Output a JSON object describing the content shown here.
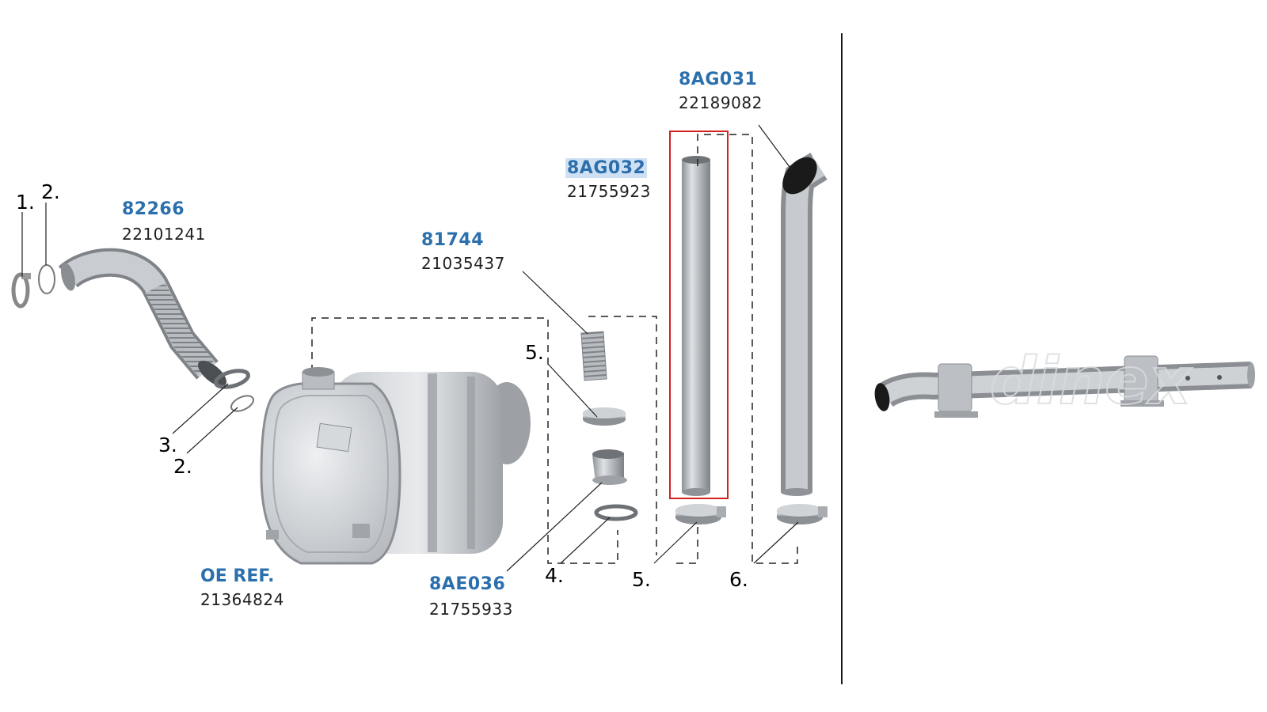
{
  "labels": {
    "part_82266": "82266",
    "oe_22101241": "22101241",
    "part_81744": "81744",
    "oe_21035437": "21035437",
    "part_8AG032": "8AG032",
    "oe_21755923": "21755923",
    "part_8AG031": "8AG031",
    "oe_22189082": "22189082",
    "oe_ref_title": "OE REF.",
    "oe_21364824": "21364824",
    "part_8AE036": "8AE036",
    "oe_21755933": "21755933"
  },
  "callouts": {
    "c1": "1.",
    "c2_top": "2.",
    "c3": "3.",
    "c2_bottom": "2.",
    "c5_left": "5.",
    "c4": "4.",
    "c5_bottom": "5.",
    "c6": "6."
  },
  "watermark": "dinex",
  "colors": {
    "part_number": "#2c6fad",
    "highlight_box": "#d21f1f",
    "selection_bg": "#cfe0f3"
  }
}
